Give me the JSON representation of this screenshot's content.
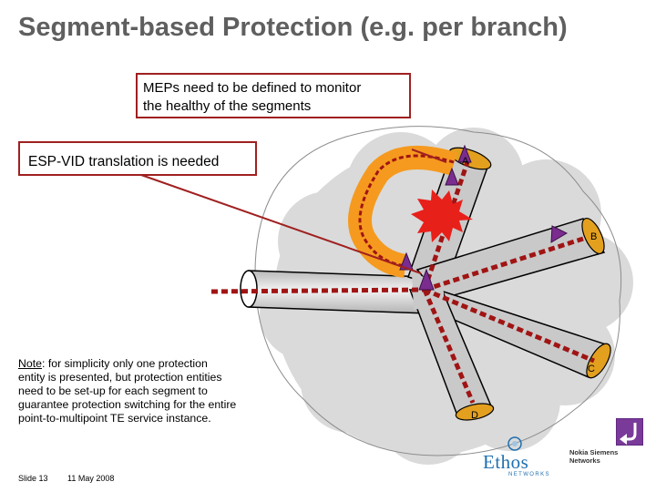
{
  "title": "Segment-based Protection (e.g. per branch)",
  "callouts": {
    "meps_line1": "MEPs need to be defined to monitor",
    "meps_line2": "the healthy of the segments",
    "esp_vid": "ESP-VID translation is needed"
  },
  "note": {
    "label": "Note",
    "text": ": for simplicity only one protection entity is presented, but protection entities need to be set-up for each segment to guarantee protection switching for the entire point-to-multipoint TE service instance."
  },
  "branches": {
    "a": "A",
    "b": "B",
    "c": "C",
    "d": "D"
  },
  "footer": {
    "slide": "Slide 13",
    "date": "11 May 2008"
  },
  "logos": {
    "ethos": "Ethos",
    "ethos_sub": "NETWORKS",
    "nsn_line1": "Nokia Siemens",
    "nsn_line2": "Networks"
  },
  "colors": {
    "title": "#5f5f5f",
    "callout_border": "#a02020",
    "cloud": "#dadada",
    "tube": "#cccccc",
    "mep": "#7a2d8e",
    "protection_arc": "#f59a1f",
    "path": "#a01414",
    "failure": "#e8201a",
    "branch_end": "#e8a31e",
    "return_button": "#7a3a9a"
  },
  "icons": {
    "failure": "starburst-icon",
    "mep": "triangle-icon",
    "return": "return-arrow-icon"
  }
}
